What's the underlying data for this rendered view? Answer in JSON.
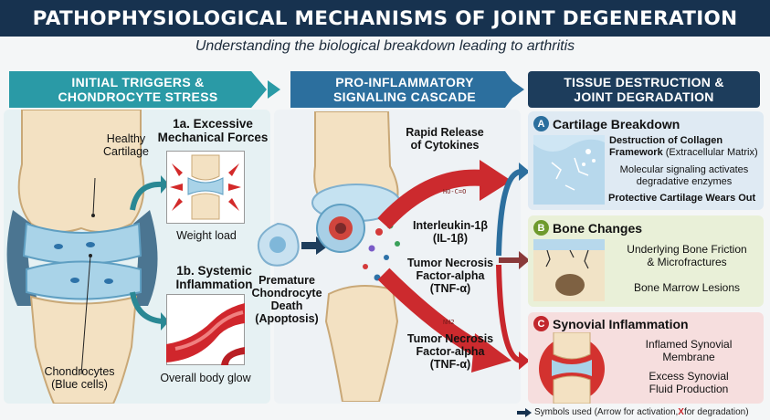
{
  "title": "PATHOPHYSIOLOGICAL MECHANISMS OF JOINT DEGENERATION",
  "subtitle": "Understanding the biological breakdown leading to arthritis",
  "columns": [
    {
      "line1": "INITIAL TRIGGERS &",
      "line2": "CHONDROCYTE STRESS",
      "color": "#2a9aa6"
    },
    {
      "line1": "PRO-INFLAMMATORY",
      "line2": "SIGNALING CASCADE",
      "color": "#2c6f9e"
    },
    {
      "line1": "TISSUE DESTRUCTION &",
      "line2": "JOINT DEGRADATION",
      "color": "#1d3d5c"
    }
  ],
  "left": {
    "healthy_cartilage": [
      "Healthy",
      "Cartilage"
    ],
    "chondrocytes": [
      "Chondrocytes",
      "(Blue cells)"
    ],
    "mech_title": [
      "1a. Excessive",
      "Mechanical Forces"
    ],
    "weight_load": "Weight load",
    "sys_title": [
      "1b. Systemic",
      "Inflammation"
    ],
    "body_glow": "Overall body glow"
  },
  "middle": {
    "death": [
      "Premature",
      "Chondrocyte",
      "Death",
      "(Apoptosis)"
    ],
    "release": [
      "Rapid Release",
      "of Cytokines"
    ],
    "il1": [
      "Interleukin-1β",
      "(IL-1β)"
    ],
    "tnf1": [
      "Tumor Necrosis",
      "Factor-alpha",
      "(TNF-α)"
    ],
    "tnf2": [
      "Tumor Necrosis",
      "Factor-alpha",
      "(TNF-α)"
    ]
  },
  "right": {
    "a": {
      "badge": "A",
      "title": "Cartilage Breakdown",
      "collagen_bold": "Destruction of Collagen",
      "collagen_bold2": "Framework",
      "collagen_rest": "(Extracellular Matrix)",
      "signaling": [
        "Molecular signaling activates",
        "degradative enzymes"
      ],
      "wears": "Protective Cartilage Wears Out"
    },
    "b": {
      "badge": "B",
      "title": "Bone Changes",
      "friction": [
        "Underlying Bone Friction",
        "& Microfractures"
      ],
      "lesions": "Bone Marrow Lesions"
    },
    "c": {
      "badge": "C",
      "title": "Synovial Inflammation",
      "membrane": [
        "Inflamed Synovial",
        "Membrane"
      ],
      "fluid": [
        "Excess Synovial",
        "Fluid Production"
      ]
    }
  },
  "legend": {
    "prefix": "Symbols used (Arrow for activation, ",
    "x": "X",
    "suffix": " for degradation)"
  },
  "colors": {
    "navy": "#17324f",
    "teal": "#2a9aa6",
    "red": "#c8262c",
    "badge_a": "#2b6f9e",
    "badge_b": "#6e9a2d",
    "badge_c": "#c2272d"
  }
}
